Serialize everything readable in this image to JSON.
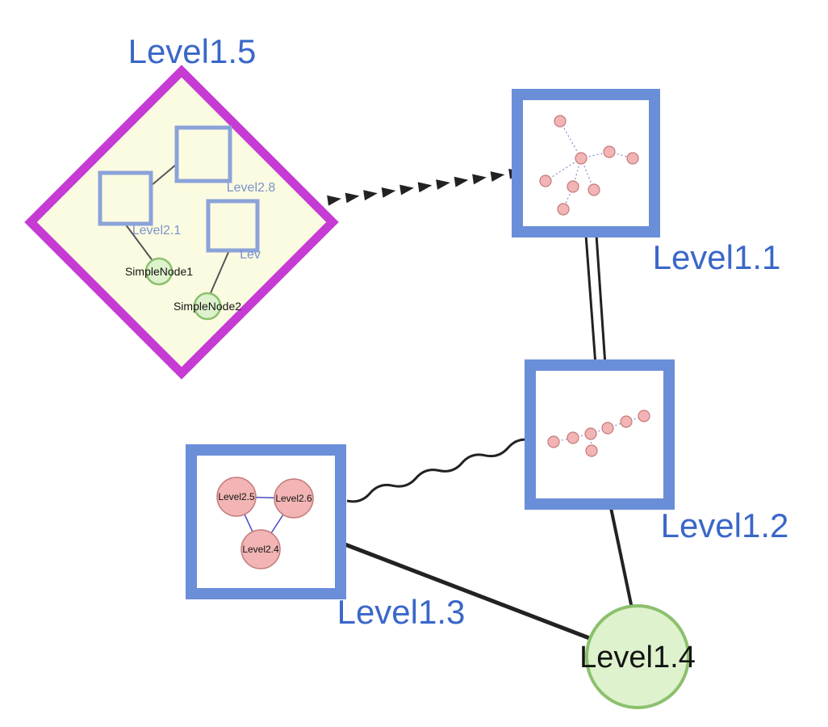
{
  "colors": {
    "label-blue": "#3a67c9",
    "inner-label-blue": "#7a93c9",
    "text-black": "#141414",
    "diamond-border": "#c63bd4",
    "diamond-fill": "#fbfbe2",
    "square-border": "#6b8ed9",
    "inner-square-border": "#8ba3d9",
    "green-node-fill": "#def2cd",
    "green-node-border": "#8cc06d",
    "pink-node-fill": "#f2b4b4",
    "pink-node-border": "#c47a7a",
    "mini-edge-blue": "#8a8ad0",
    "tri-edge-blue": "#4a4ac0",
    "edge-color": "#222222"
  },
  "nodes": {
    "level15": {
      "label": "Level1.5",
      "shape": "diamond-group"
    },
    "level11": {
      "label": "Level1.1",
      "shape": "square-group"
    },
    "level12": {
      "label": "Level1.2",
      "shape": "square-group"
    },
    "level13": {
      "label": "Level1.3",
      "shape": "square-group"
    },
    "level14": {
      "label": "Level1.4",
      "shape": "circle"
    },
    "level28": {
      "label": "Level2.8",
      "shape": "square",
      "parent": "Level1.5"
    },
    "level21": {
      "label": "Level2.1",
      "shape": "square",
      "parent": "Level1.5"
    },
    "lev": {
      "label": "Lev",
      "shape": "square",
      "parent": "Level1.5"
    },
    "simplenode1": {
      "label": "SimpleNode1",
      "shape": "circle",
      "parent": "Level1.5"
    },
    "simplenode2": {
      "label": "SimpleNode2",
      "shape": "circle",
      "parent": "Level1.5"
    },
    "level25": {
      "label": "Level2.5",
      "shape": "circle",
      "parent": "Level1.3"
    },
    "level26": {
      "label": "Level2.6",
      "shape": "circle",
      "parent": "Level1.3"
    },
    "level24": {
      "label": "Level2.4",
      "shape": "circle",
      "parent": "Level1.3"
    }
  },
  "edges": [
    {
      "from": "Level1.5",
      "to": "Level1.1",
      "style": "dashed-arrow-chain"
    },
    {
      "from": "Level1.1",
      "to": "Level1.2",
      "style": "double-line"
    },
    {
      "from": "Level1.3",
      "to": "Level1.2",
      "style": "wavy"
    },
    {
      "from": "Level1.3",
      "to": "Level1.4",
      "style": "line"
    },
    {
      "from": "Level1.2",
      "to": "Level1.4",
      "style": "line"
    },
    {
      "from": "Level2.8",
      "to": "Level2.1",
      "style": "line"
    },
    {
      "from": "Level2.1",
      "to": "SimpleNode1",
      "style": "line"
    },
    {
      "from": "Lev",
      "to": "SimpleNode2",
      "style": "line"
    },
    {
      "from": "Level2.5",
      "to": "Level2.6",
      "style": "line"
    },
    {
      "from": "Level2.5",
      "to": "Level2.4",
      "style": "line"
    },
    {
      "from": "Level2.6",
      "to": "Level2.4",
      "style": "line"
    }
  ]
}
